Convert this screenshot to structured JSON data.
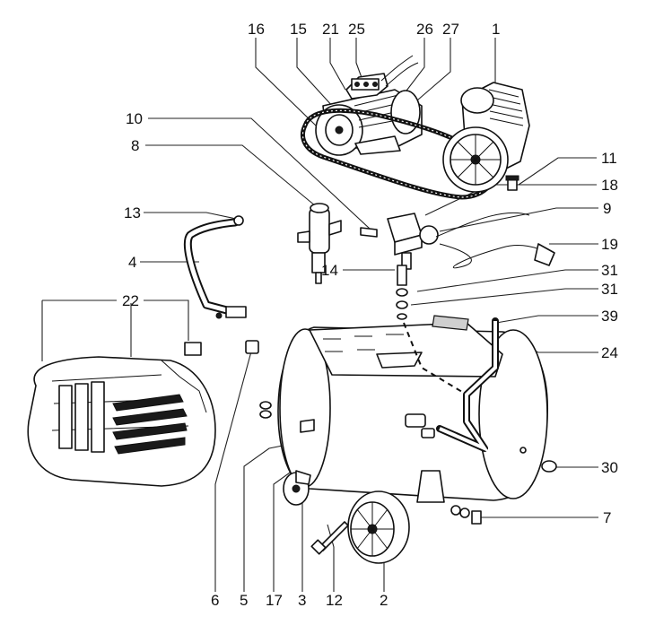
{
  "callouts": [
    {
      "id": "16",
      "label": "16"
    },
    {
      "id": "15",
      "label": "15"
    },
    {
      "id": "21",
      "label": "21"
    },
    {
      "id": "25",
      "label": "25"
    },
    {
      "id": "26",
      "label": "26"
    },
    {
      "id": "27",
      "label": "27"
    },
    {
      "id": "1",
      "label": "1"
    },
    {
      "id": "10",
      "label": "10"
    },
    {
      "id": "8",
      "label": "8"
    },
    {
      "id": "11",
      "label": "11"
    },
    {
      "id": "18",
      "label": "18"
    },
    {
      "id": "13",
      "label": "13"
    },
    {
      "id": "9",
      "label": "9"
    },
    {
      "id": "19",
      "label": "19"
    },
    {
      "id": "4",
      "label": "4"
    },
    {
      "id": "14",
      "label": "14"
    },
    {
      "id": "31a",
      "label": "31"
    },
    {
      "id": "31b",
      "label": "31"
    },
    {
      "id": "22",
      "label": "22"
    },
    {
      "id": "39",
      "label": "39"
    },
    {
      "id": "24",
      "label": "24"
    },
    {
      "id": "30",
      "label": "30"
    },
    {
      "id": "7",
      "label": "7"
    },
    {
      "id": "6",
      "label": "6"
    },
    {
      "id": "5",
      "label": "5"
    },
    {
      "id": "17",
      "label": "17"
    },
    {
      "id": "3",
      "label": "3"
    },
    {
      "id": "12",
      "label": "12"
    },
    {
      "id": "2",
      "label": "2"
    }
  ]
}
